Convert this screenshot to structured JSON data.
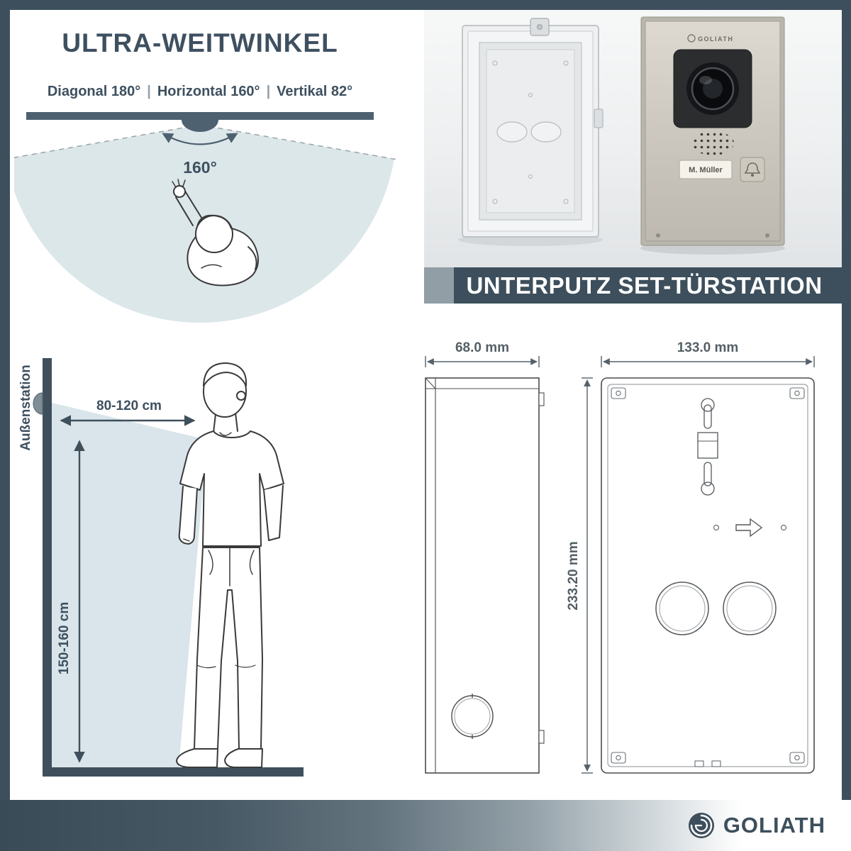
{
  "colors": {
    "slate": "#3d4f5c",
    "cone_blue": "#dce7ea",
    "accent_gray": "#919ea6",
    "banner_text": "#ffffff"
  },
  "weitwinkel": {
    "title": "ULTRA-WEITWINKEL",
    "specs": {
      "diagonal": "Diagonal 180°",
      "sep1": "|",
      "horizontal": "Horizontal 160°",
      "sep2": "|",
      "vertikal": "Vertikal 82°"
    },
    "angle_label": "160°"
  },
  "product": {
    "banner": "UNTERPUTZ SET-TÜRSTATION",
    "station": {
      "brand": "GOLIATH",
      "nameplate": "M. Müller"
    }
  },
  "install": {
    "wall_label": "Außenstation",
    "distance_label": "80-120 cm",
    "height_label": "150-160 cm"
  },
  "dimensions": {
    "depth": "68.0 mm",
    "width": "133.0 mm",
    "height": "233.20 mm"
  },
  "footer": {
    "brand": "GOLIATH"
  }
}
